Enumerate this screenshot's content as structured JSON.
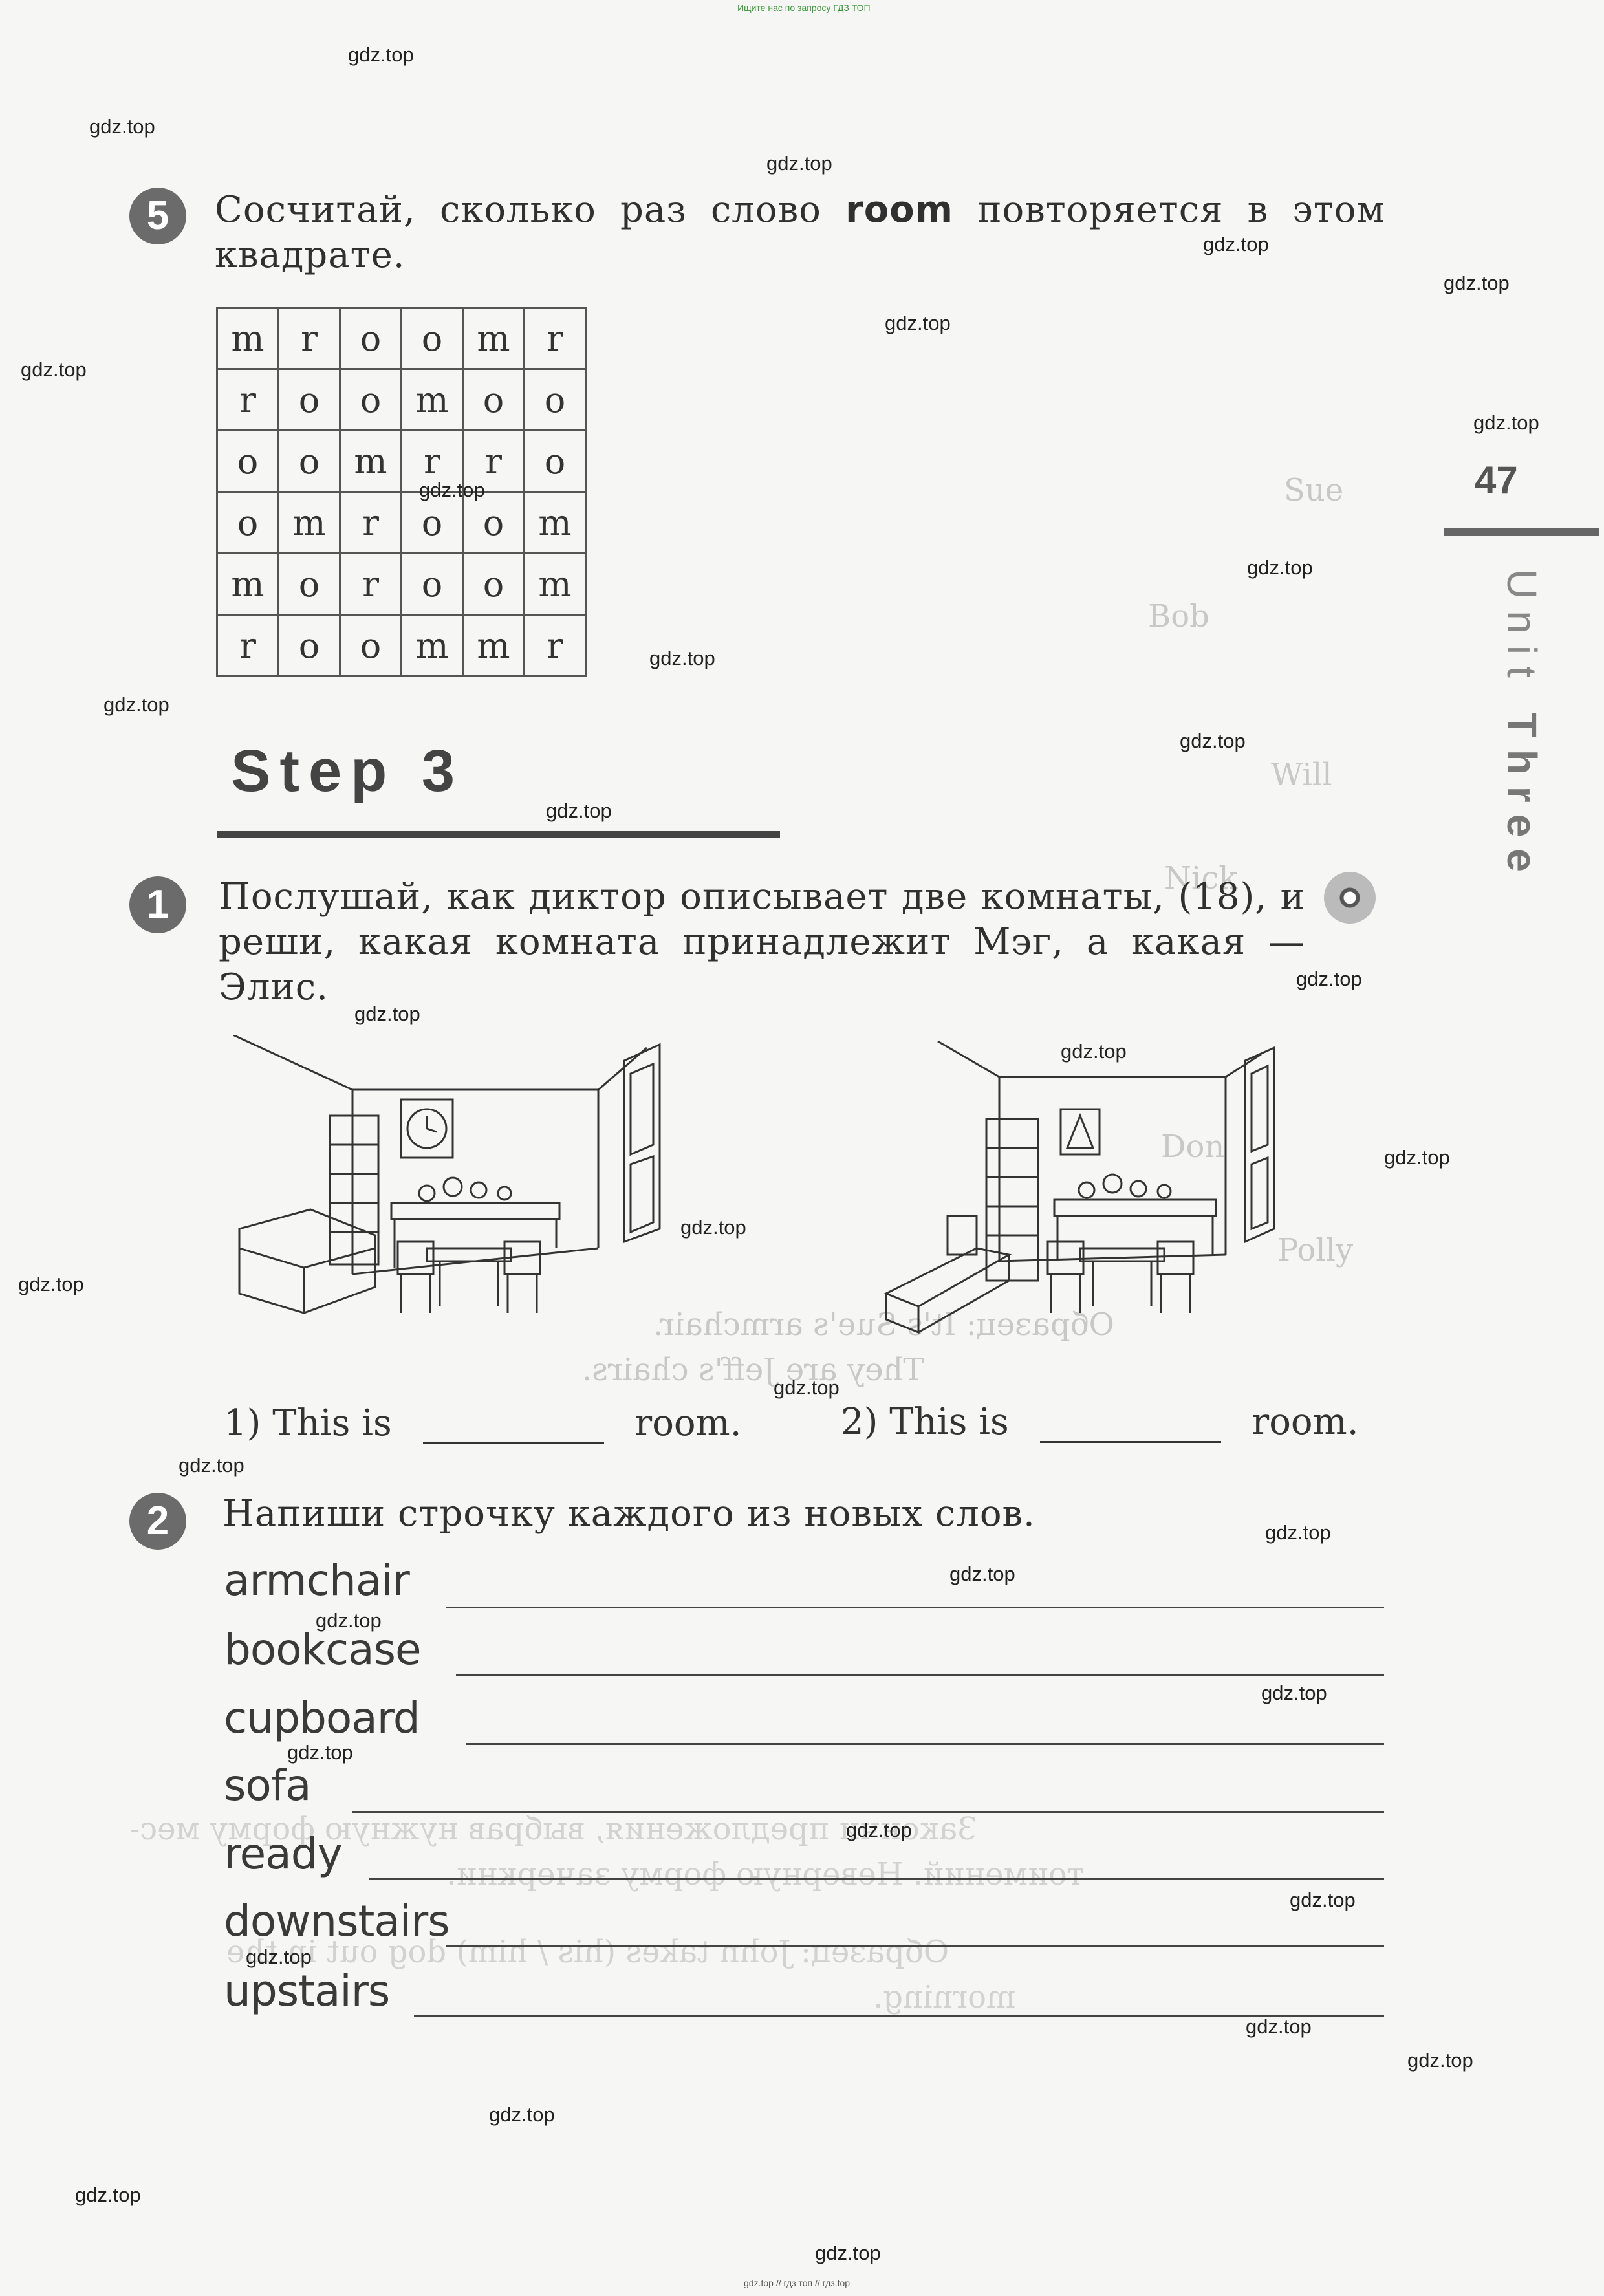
{
  "header_link": "Ищите нас по запросу ГДЗ ТОП",
  "footer_link": "gdz.top // гдз топ // гдз.top",
  "page_number": "47",
  "unit_label": {
    "word1": "Unit",
    "word2": "Three"
  },
  "task5": {
    "number": "5",
    "text_before": "Сосчитай, сколько раз слово",
    "keyword": "room",
    "text_after": "повторяется в этом квадрате.",
    "grid": [
      [
        "m",
        "r",
        "o",
        "o",
        "m",
        "r"
      ],
      [
        "r",
        "o",
        "o",
        "m",
        "o",
        "o"
      ],
      [
        "o",
        "o",
        "m",
        "r",
        "r",
        "o"
      ],
      [
        "o",
        "m",
        "r",
        "o",
        "o",
        "m"
      ],
      [
        "m",
        "o",
        "r",
        "o",
        "o",
        "m"
      ],
      [
        "r",
        "o",
        "o",
        "m",
        "m",
        "r"
      ]
    ]
  },
  "step_title": "Step 3",
  "task1": {
    "number": "1",
    "text": "Послушай, как диктор описывает две комнаты, (18), и реши, какая комната принадлежит Мэг, а какая — Элис.",
    "answer1_prefix": "1) This is",
    "answer1_suffix": "room.",
    "answer2_prefix": "2) This is",
    "answer2_suffix": "room."
  },
  "task2": {
    "number": "2",
    "text": "Напиши строчку каждого из новых слов.",
    "words": [
      "armchair",
      "bookcase",
      "cupboard",
      "sofa",
      "ready",
      "downstairs",
      "upstairs"
    ]
  },
  "show_through": {
    "names": [
      "Sue",
      "Bob",
      "Will",
      "Nick",
      "Don",
      "Polly"
    ],
    "example1": "Образец: It's Sue's armchair.",
    "example2": "They are Jeff's chairs.",
    "task4_line1": "Закончи предложения, выбрав нужную форму мес-",
    "task4_line2": "тоимений. Неверную форму зачеркни.",
    "task4_line3": "Образец: John takes (his / him) dog out in the",
    "task4_line4": "morning."
  },
  "watermark": "gdz.top"
}
